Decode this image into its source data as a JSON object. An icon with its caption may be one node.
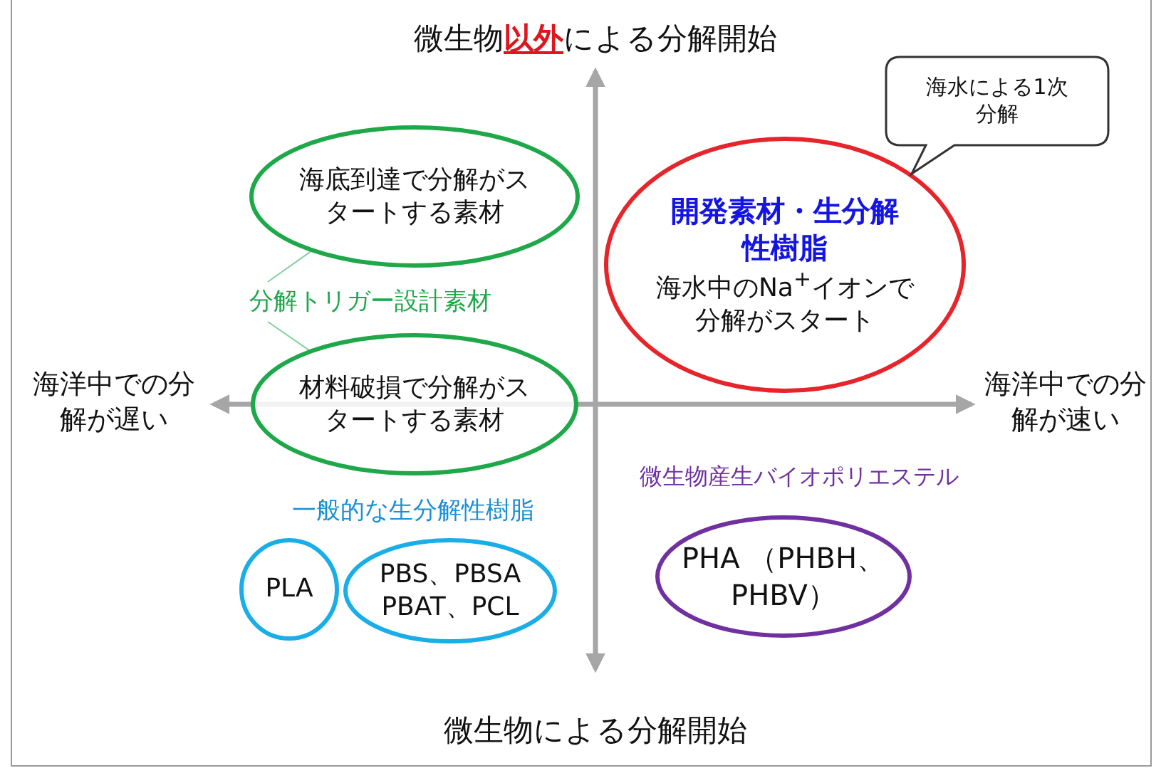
{
  "diagram": {
    "nodes": [
      {
        "text": [
          "海底到達で分解がスタートする素材"
        ]
      },
      {
        "text": [
          "材料破損で分解がスタートする素材"
        ]
      },
      {
        "text": [
          "分解トリガー設計素材"
        ]
      },
      {
        "text": [
          "開発素材・生分解性樹脂",
          "海水中のNa$^{+}$イオンで分解がスタート"
        ]
      },
      {
        "text": [
          "海水による1次分解"
        ]
      },
      {
        "text": [
          "PLA"
        ]
      },
      {
        "text": [
          "PBS、PBSA PBAT、PCL"
        ]
      },
      {
        "text": [
          "PHA （PHBH、PHBV）"
        ]
      }
    ],
    "edges": [
      {
        "from": 2,
        "to": 0,
        "arrow": "none"
      },
      {
        "from": 2,
        "to": 1,
        "arrow": "none"
      }
    ],
    "labels": [
      "微生物**以外**による分解開始",
      "海洋中での分解が遅い",
      "海洋中での分解が速い",
      "一般的な生分解性樹脂",
      "微生物産生バイオポリエステル",
      "微生物による分解開始"
    ]
  }
}
